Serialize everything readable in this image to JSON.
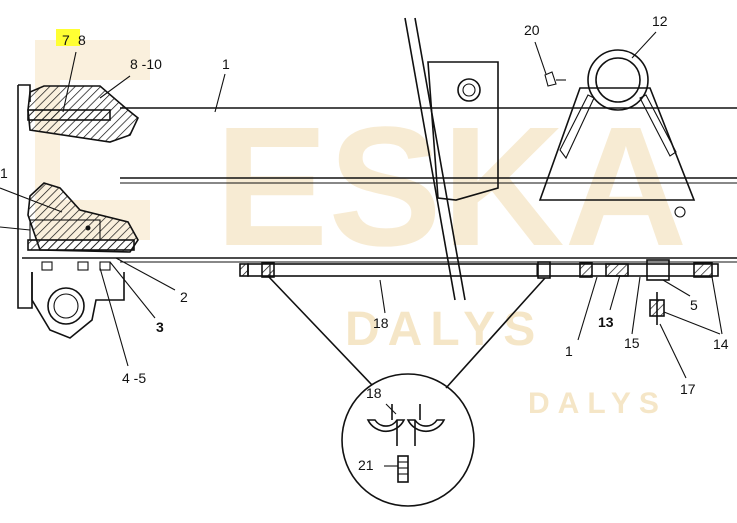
{
  "labels": {
    "l7": "7",
    "l8": "8",
    "l8_10": "8 -10",
    "l1": "1",
    "l20": "20",
    "l12": "12",
    "l11": "1",
    "l2": "2",
    "l3": "3",
    "l4_5": "4 -5",
    "l18": "18",
    "l13": "13",
    "l16": "1",
    "l15": "15",
    "l5": "5",
    "l14": "14",
    "l17": "17",
    "l18_detail": "18",
    "l21": "21"
  },
  "watermark": {
    "big": "ESKA",
    "mid": "DALYS",
    "small": "DALYS"
  },
  "highlight_color": "#ffff33",
  "watermark_color": "#f2dcb0"
}
